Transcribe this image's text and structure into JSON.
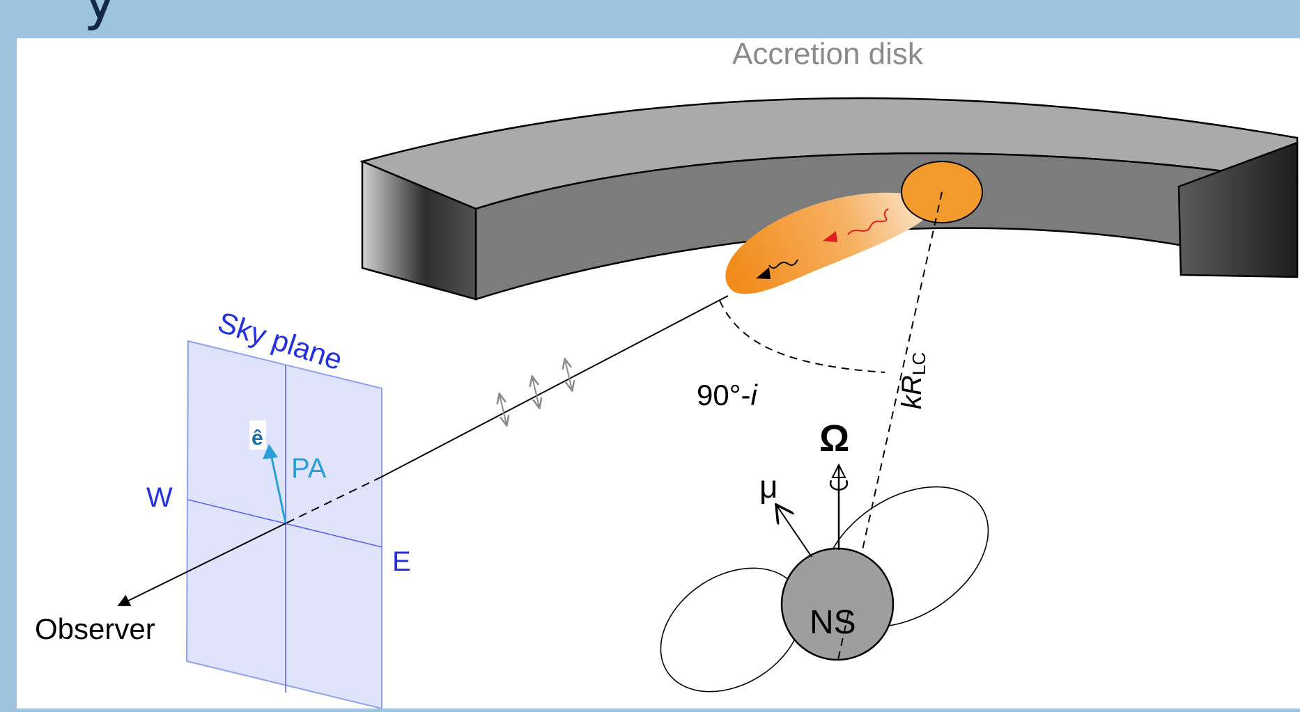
{
  "labels": {
    "accretion_disk": "Accretion disk",
    "sky_plane": "Sky plane",
    "angle": "90°-i",
    "angle_base": "90°-",
    "angle_var": "i",
    "radius_k": "k",
    "radius_R": "R",
    "radius_sub": "LC",
    "omega": "Ω",
    "mu": "μ",
    "ns": "NS",
    "e_hat": "ê",
    "pa": "PA",
    "west": "W",
    "east": "E",
    "observer": "Observer"
  },
  "colors": {
    "background": "#9dc3de",
    "panel": "#ffffff",
    "disk_top": "#aaaaaa",
    "disk_front": "#7c7c7c",
    "disk_side": "#4a4a4a",
    "emission_orange": "#f39a2c",
    "sky_plane_fill": "#dfe3fb",
    "sky_plane_edge": "#8ea2ef",
    "sky_label": "#2330e0",
    "evector": "#2ba0d8",
    "red_arrow": "#e0201e",
    "neutron_star": "#9e9e9e",
    "label_gray": "#8a8a8a"
  }
}
